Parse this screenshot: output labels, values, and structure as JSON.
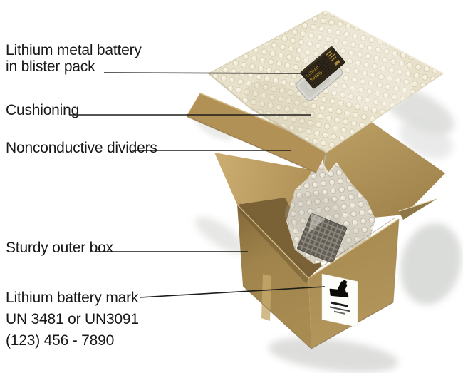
{
  "labels": {
    "battery": {
      "line1": "Lithium metal battery",
      "line2": "in blister pack"
    },
    "cushioning": {
      "text": "Cushioning"
    },
    "dividers": {
      "text": "Nonconductive dividers"
    },
    "outer_box": {
      "text": "Sturdy outer box"
    },
    "mark": {
      "line1": "Lithium battery mark",
      "line2": "UN 3481 or UN3091",
      "line3": "(123) 456 - 7890"
    }
  },
  "illustration": {
    "battery_card_text": {
      "line1": "Lithium",
      "line2": "Battery"
    },
    "colors": {
      "cardboard_light": "#c2a569",
      "cardboard_mid": "#b29157",
      "cardboard_dark": "#8a7040",
      "box_left_face": "#9c8049",
      "box_right_face": "#a98d54",
      "bubble_wrap": "#e8e1cc",
      "battery_card": "#2e2618",
      "battery_gold": "#c59a33",
      "blister_tray": "#d8d7d2",
      "mark_label_bg": "#fdfdf9",
      "shadow": "#d6d8d5",
      "leader_line": "#1c1c1a",
      "label_text": "#181818",
      "background": "#ffffff"
    }
  }
}
